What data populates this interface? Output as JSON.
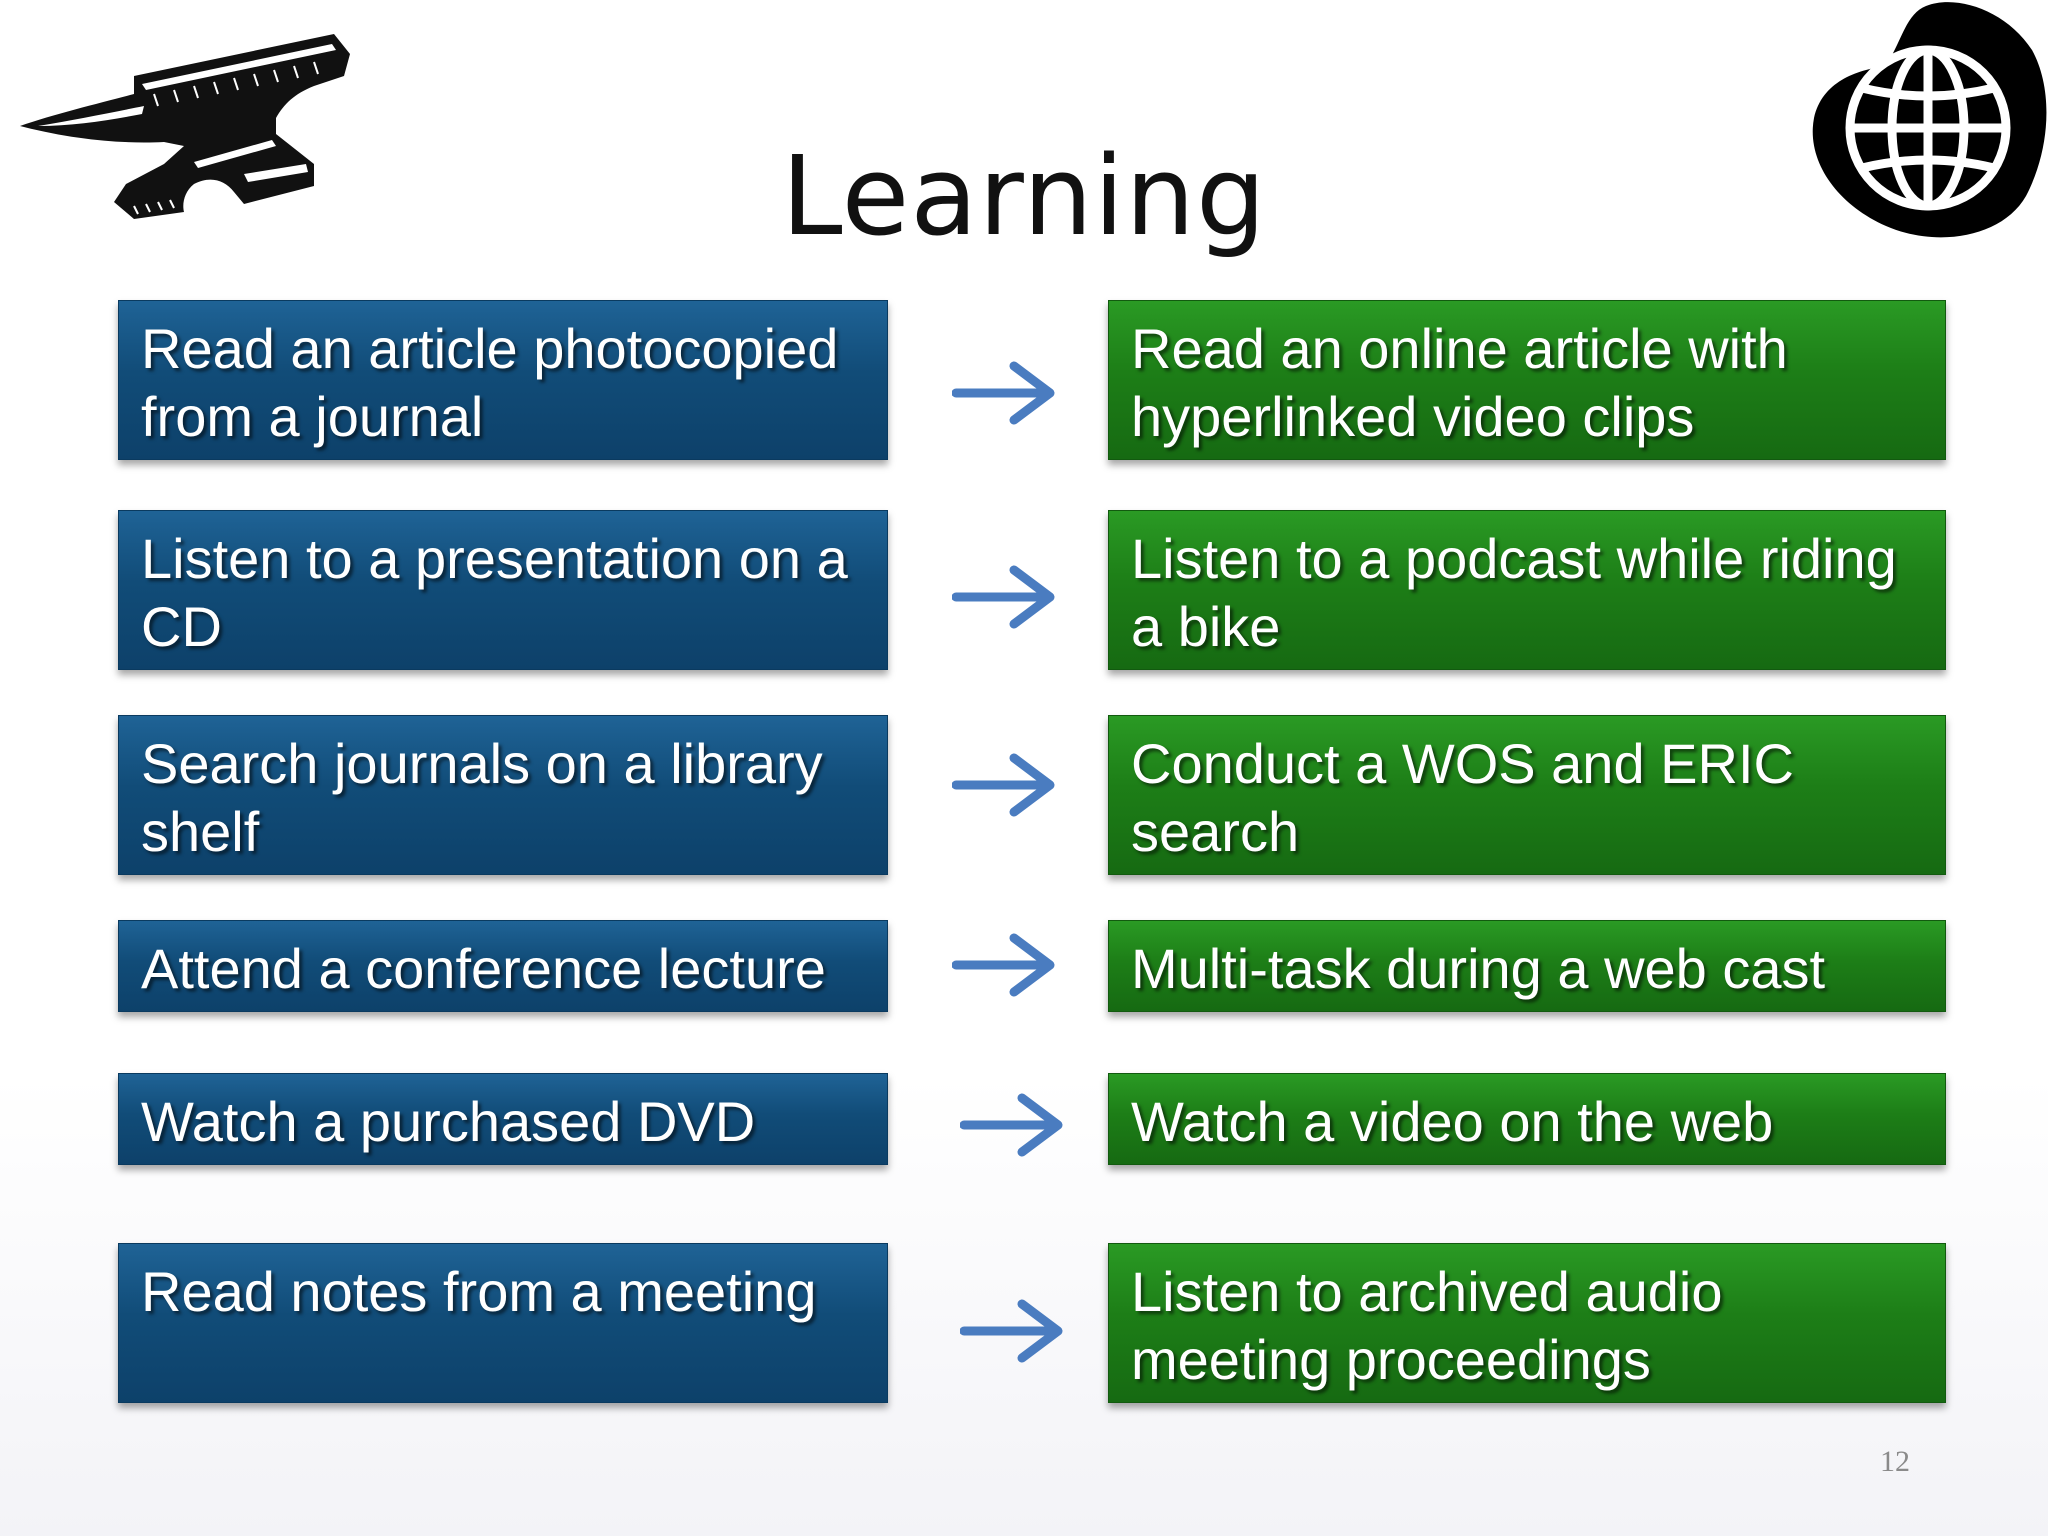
{
  "slide": {
    "title": "Learning",
    "page_number": "12",
    "logos": {
      "left": "anvil-icon",
      "right": "globe-icon"
    },
    "colors": {
      "traditional_box": "#114c78",
      "modern_box": "#1d7e17",
      "arrow": "#4a7cc0",
      "title_text": "#111111"
    }
  },
  "rows": [
    {
      "traditional": "Read an article photocopied from a journal",
      "modern": "Read an online article with hyperlinked video clips"
    },
    {
      "traditional": "Listen to a presentation on a CD",
      "modern": "Listen to a podcast while riding a bike"
    },
    {
      "traditional": "Search journals on a library shelf",
      "modern": "Conduct a WOS and ERIC search"
    },
    {
      "traditional": "Attend a conference lecture",
      "modern": "Multi-task during a web cast"
    },
    {
      "traditional": "Watch a purchased DVD",
      "modern": "Watch a video on the web"
    },
    {
      "traditional": "Read notes from a meeting",
      "modern": "Listen to archived audio meeting proceedings"
    }
  ]
}
